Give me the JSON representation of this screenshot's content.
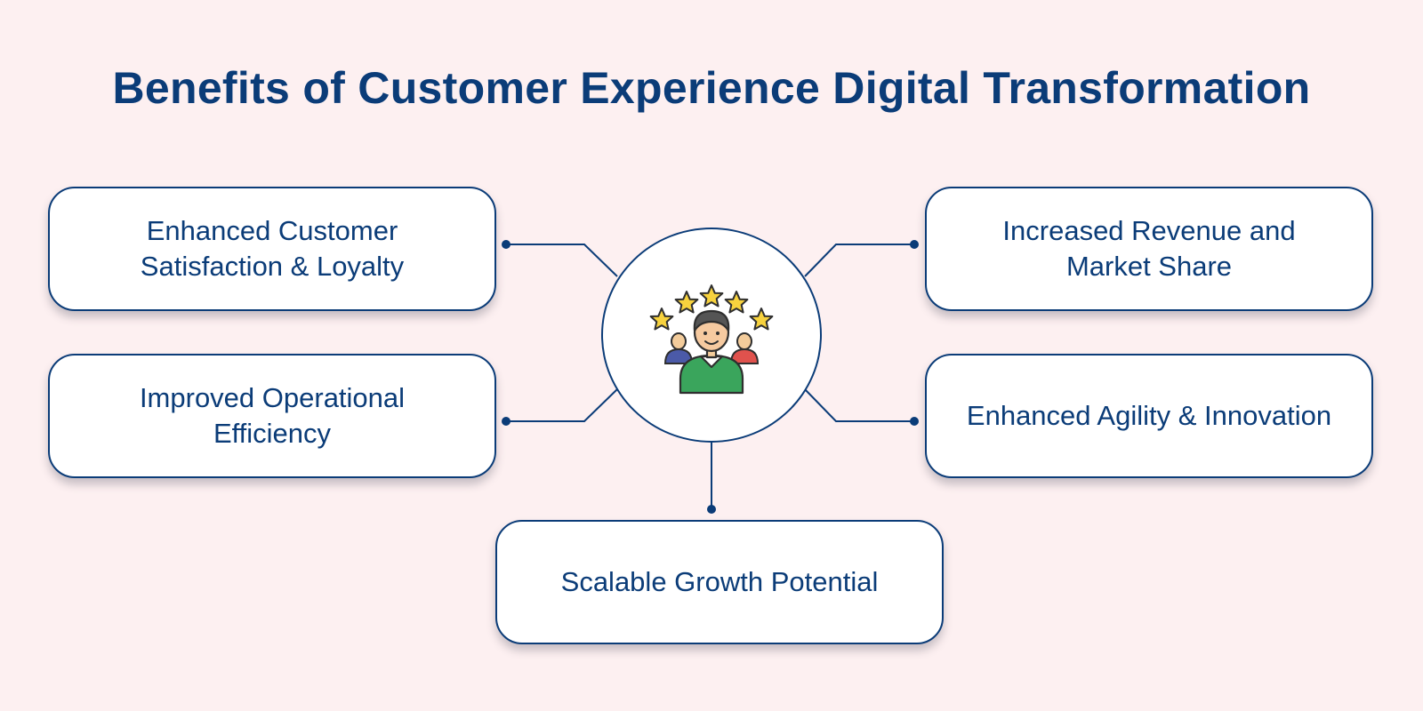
{
  "title": "Benefits of Customer Experience Digital Transformation",
  "benefits": {
    "top_left": "Enhanced Customer Satisfaction & Loyalty",
    "mid_left": "Improved Operational Efficiency",
    "top_right": "Increased Revenue and Market Share",
    "mid_right": "Enhanced Agility & Innovation",
    "bottom": "Scalable Growth Potential"
  },
  "icons": {
    "hub": "customer-rating-icon"
  },
  "colors": {
    "background": "#fdf0f1",
    "primary": "#0b3c78",
    "star": "#f7d23e",
    "shirt": "#3aa55c"
  }
}
